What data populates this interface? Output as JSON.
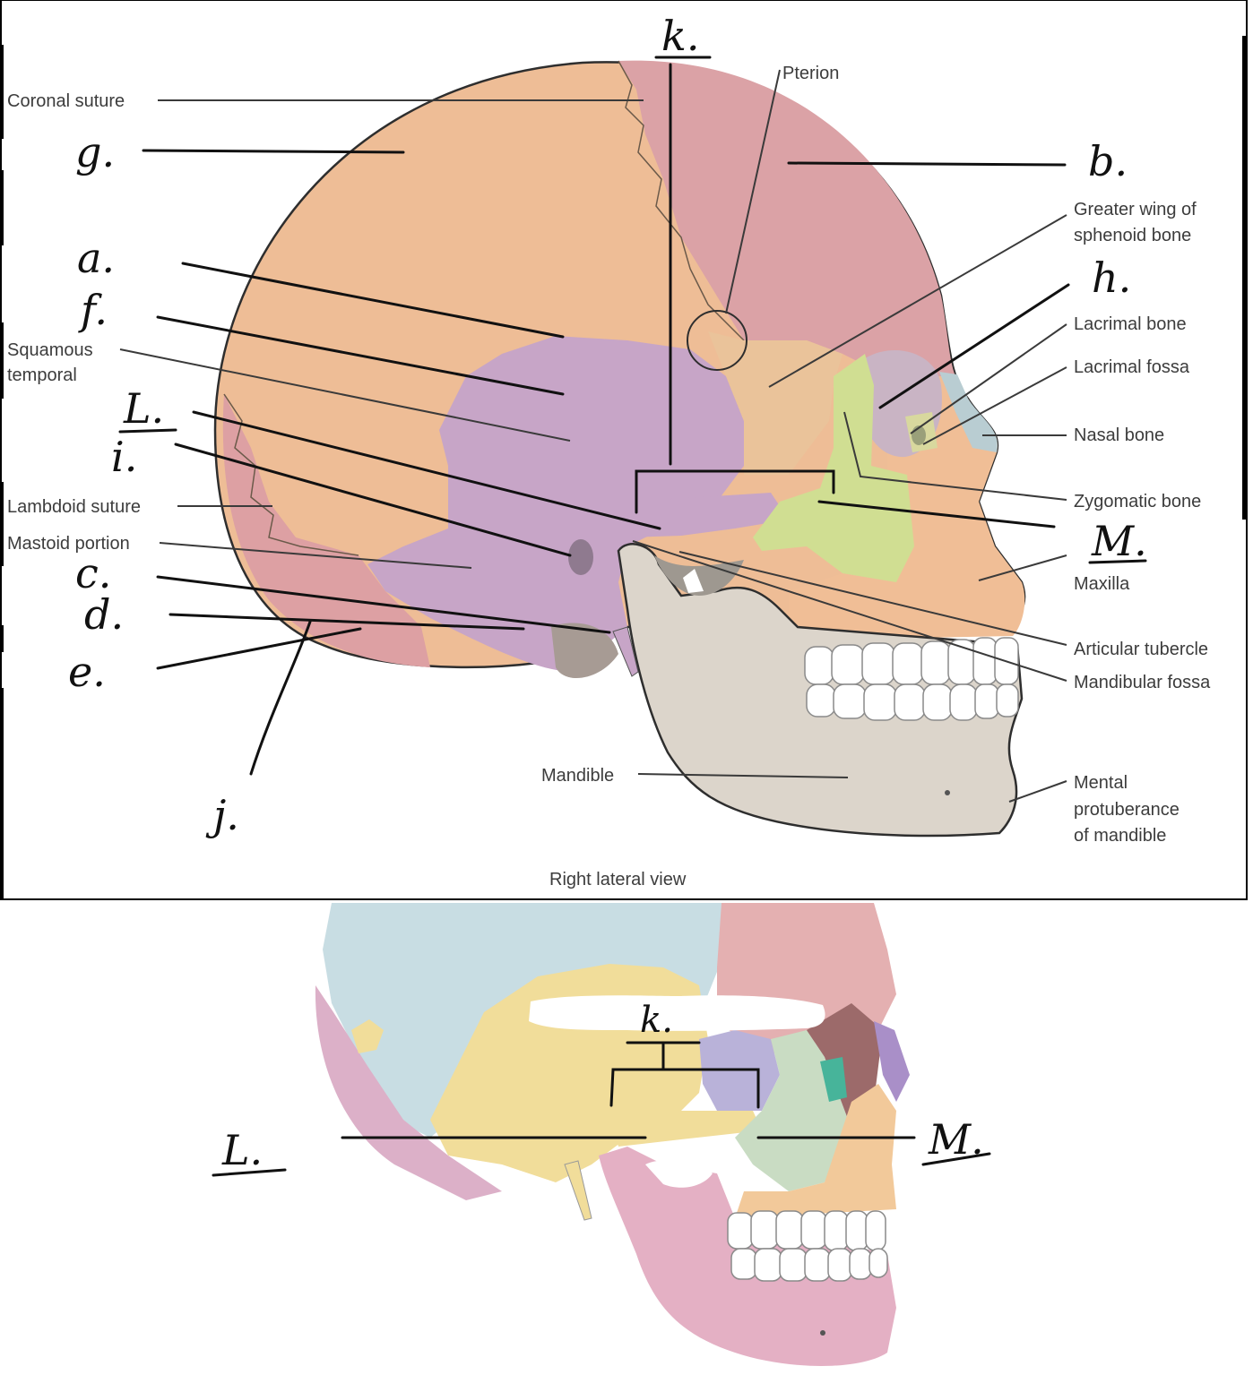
{
  "top_panel": {
    "caption": "Right lateral view",
    "printed_labels": {
      "coronal_suture": "Coronal suture",
      "pterion": "Pterion",
      "greater_wing_line1": "Greater wing of",
      "greater_wing_line2": "sphenoid bone",
      "lacrimal_bone": "Lacrimal bone",
      "lacrimal_fossa": "Lacrimal fossa",
      "nasal_bone": "Nasal bone",
      "zygomatic_bone": "Zygomatic bone",
      "maxilla": "Maxilla",
      "articular_tubercle": "Articular tubercle",
      "mandibular_fossa": "Mandibular fossa",
      "mental_line1": "Mental",
      "mental_line2": "protuberance",
      "mental_line3": "of mandible",
      "mandible": "Mandible",
      "squamous_line1": "Squamous",
      "squamous_line2": "temporal",
      "lambdoid_suture": "Lambdoid suture",
      "mastoid_portion": "Mastoid portion"
    },
    "handwritten": {
      "k": "k.",
      "g": "g.",
      "b": "b.",
      "a": "a.",
      "f": "f.",
      "h": "h.",
      "L": "L.",
      "i": "i.",
      "M": "M.",
      "c": "c.",
      "d": "d.",
      "e": "e.",
      "j": "j."
    },
    "colors": {
      "frontal": "#dba2a6",
      "parietal": "#eebd96",
      "temporal": "#c7a5c7",
      "sphenoid": "#eac39a",
      "zygomatic": "#d0de92",
      "maxilla": "#f0be96",
      "nasal": "#b9cdd2",
      "mandible": "#dcd5cb",
      "occipital": "#dda0a3"
    }
  },
  "bottom_panel": {
    "handwritten": {
      "k": "k.",
      "L": "L.",
      "M": "M."
    },
    "colors": {
      "parietal": "#c8dde3",
      "frontal": "#e4b0b1",
      "temporal": "#f1dd9a",
      "occipital": "#dcb0c8",
      "sphenoid": "#b9b2d9",
      "zygomatic": "#c9dcc3",
      "maxilla": "#f2c99a",
      "mandible": "#e4b0c4",
      "lacrimal": "#47b49a",
      "nasal": "#a98fc8"
    }
  }
}
